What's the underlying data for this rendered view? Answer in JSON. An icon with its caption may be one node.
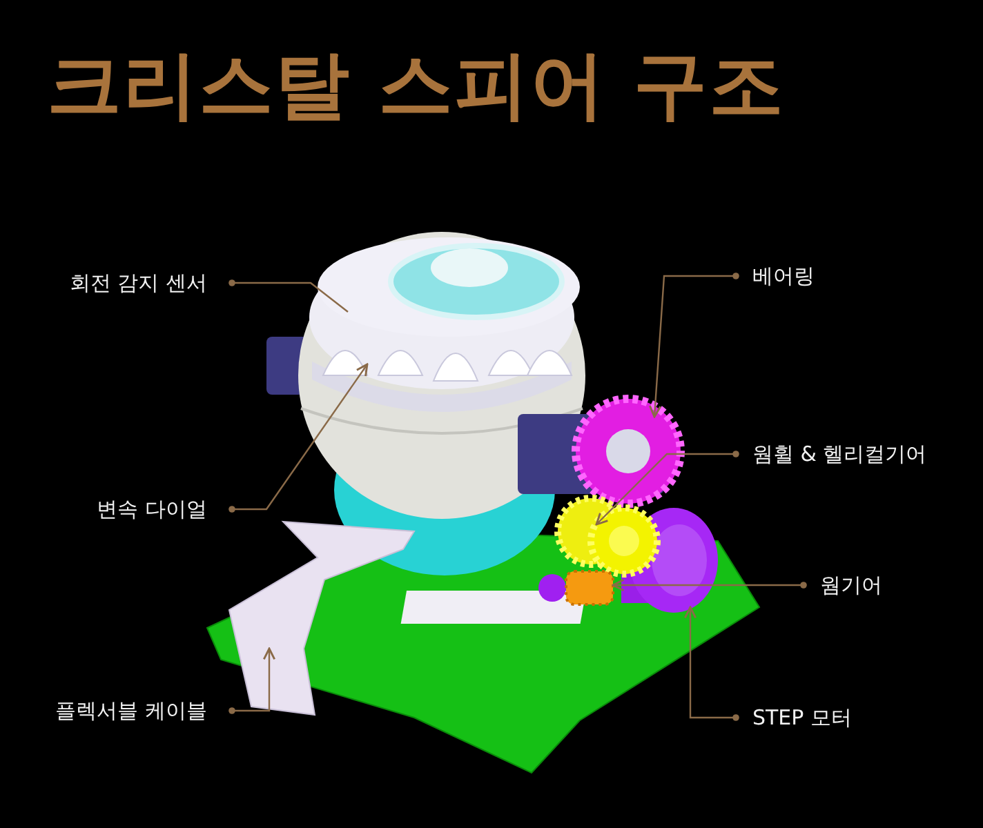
{
  "diagram": {
    "title": "크리스탈 스피어 구조",
    "nodes": [
      {
        "text": [
          "회전 감지 센서"
        ]
      },
      {
        "text": [
          "변속 다이얼"
        ]
      },
      {
        "text": [
          "플렉서블 케이블"
        ]
      },
      {
        "text": [
          "베어링"
        ]
      },
      {
        "text": [
          "웜휠 & 헬리컬기어"
        ]
      },
      {
        "text": [
          "웜기어"
        ]
      },
      {
        "text": [
          "STEP 모터"
        ]
      },
      {
        "text": [],
        "shape": "picture"
      },
      {
        "text": [],
        "shape": "picture"
      },
      {
        "text": [],
        "shape": "picture"
      },
      {
        "text": [],
        "shape": "picture"
      },
      {
        "text": [],
        "shape": "picture"
      },
      {
        "text": [],
        "shape": "picture"
      },
      {
        "text": [],
        "shape": "picture"
      }
    ],
    "edges": [
      {
        "from": 0,
        "to": 7,
        "arrow": "other"
      },
      {
        "from": 1,
        "to": 8,
        "arrow": "to"
      },
      {
        "from": 2,
        "to": 9,
        "arrow": "to"
      },
      {
        "from": 3,
        "to": 10,
        "arrow": "to"
      },
      {
        "from": 4,
        "to": 11,
        "arrow": "to"
      },
      {
        "from": 5,
        "to": 12,
        "arrow": "to"
      },
      {
        "from": 6,
        "to": 13,
        "arrow": "to"
      }
    ]
  }
}
